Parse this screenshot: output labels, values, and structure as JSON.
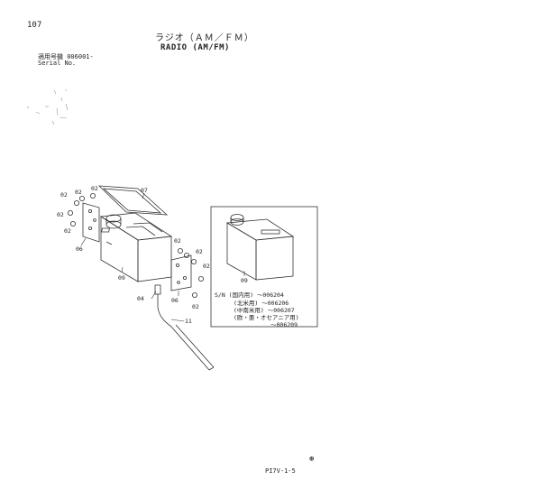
{
  "header": {
    "page_number": "107",
    "title_jp": "ラジオ（ＡＭ／ＦＭ）",
    "title_en": "RADIO (AM/FM)",
    "serial_label_jp": "適用号機  006001-",
    "serial_label_en": "Serial No."
  },
  "callouts": {
    "c02": "02",
    "c04": "04",
    "c06": "06",
    "c07": "07",
    "c09": "09",
    "c11": "11"
  },
  "inset": {
    "part_label": "09",
    "serial_lines": [
      "S/N  (国内用) ～006204",
      "(北米用) ～006206",
      "(中南米用) ～006207",
      "(欧・亜・オセアニア用)",
      "～006209"
    ]
  },
  "footer": {
    "mark": "⊛",
    "code": "PI7V-1-5"
  }
}
